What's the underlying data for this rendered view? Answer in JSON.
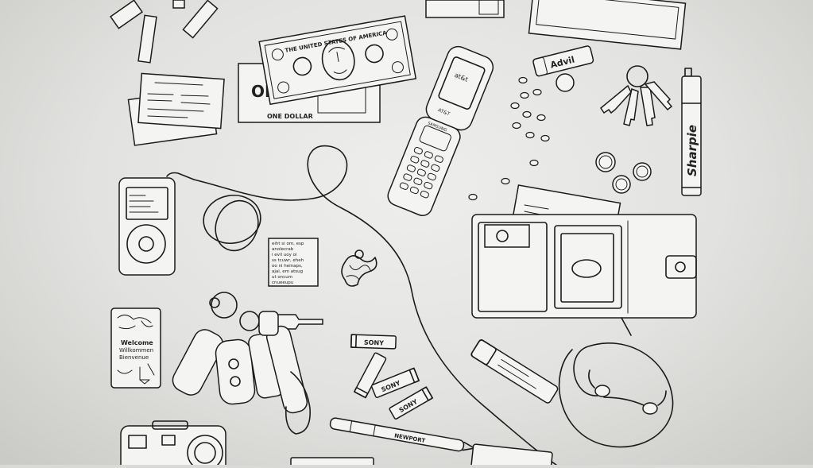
{
  "scene": {
    "dollar": {
      "header": "THE UNITED STATES OF AMERICA",
      "word": "ONE",
      "footer": "ONE DOLLAR"
    },
    "phone": {
      "screen_text": "at&t",
      "brand_top": "AT&T",
      "brand_bottom": "SAMSUNG"
    },
    "advil_label": "Advil",
    "sharpie_label": "Sharpie",
    "note_lines": [
      "eiht si om, esp",
      "anolecrab",
      "i evil uoy oi",
      "ss tcuwr, eheh",
      "oo ni heinaps,",
      "ajai, em atsug",
      "ut oncum",
      "cnueeupu"
    ],
    "welcome_card": {
      "lines": [
        "Welcome",
        "Willkommen",
        "Bienvenue"
      ]
    },
    "battery_label": "SONY",
    "pen_label": "NEWPORT"
  }
}
